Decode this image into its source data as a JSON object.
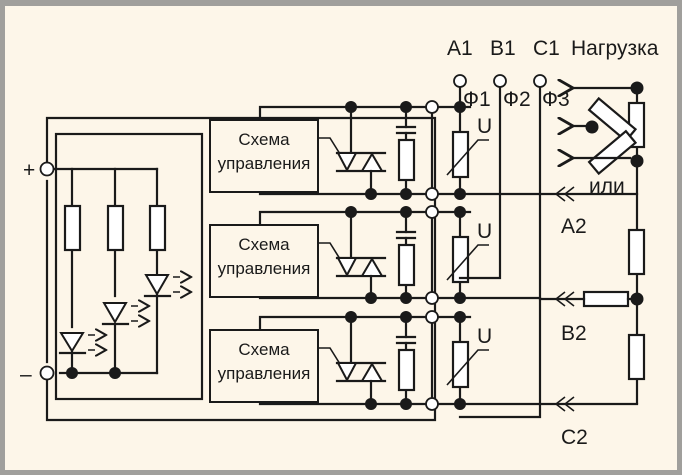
{
  "diagram": {
    "title_labels": {
      "a1": "A1",
      "b1": "B1",
      "c1": "C1",
      "load": "Нагрузка"
    },
    "phase_labels": [
      "Ф1",
      "Ф2",
      "Ф3"
    ],
    "output_labels": {
      "a2": "A2",
      "b2": "B2",
      "c2": "C2"
    },
    "or_label": "или",
    "varistor_label": "U",
    "supply": {
      "plus": "+",
      "minus": "–"
    },
    "control_blocks": [
      {
        "line1": "Схема",
        "line2": "управления"
      },
      {
        "line1": "Схема",
        "line2": "управления"
      },
      {
        "line1": "Схема",
        "line2": "управления"
      }
    ],
    "colors": {
      "background": "#fdf6e9",
      "frame": "#a09f9c",
      "ink": "#1a1a1a"
    }
  }
}
